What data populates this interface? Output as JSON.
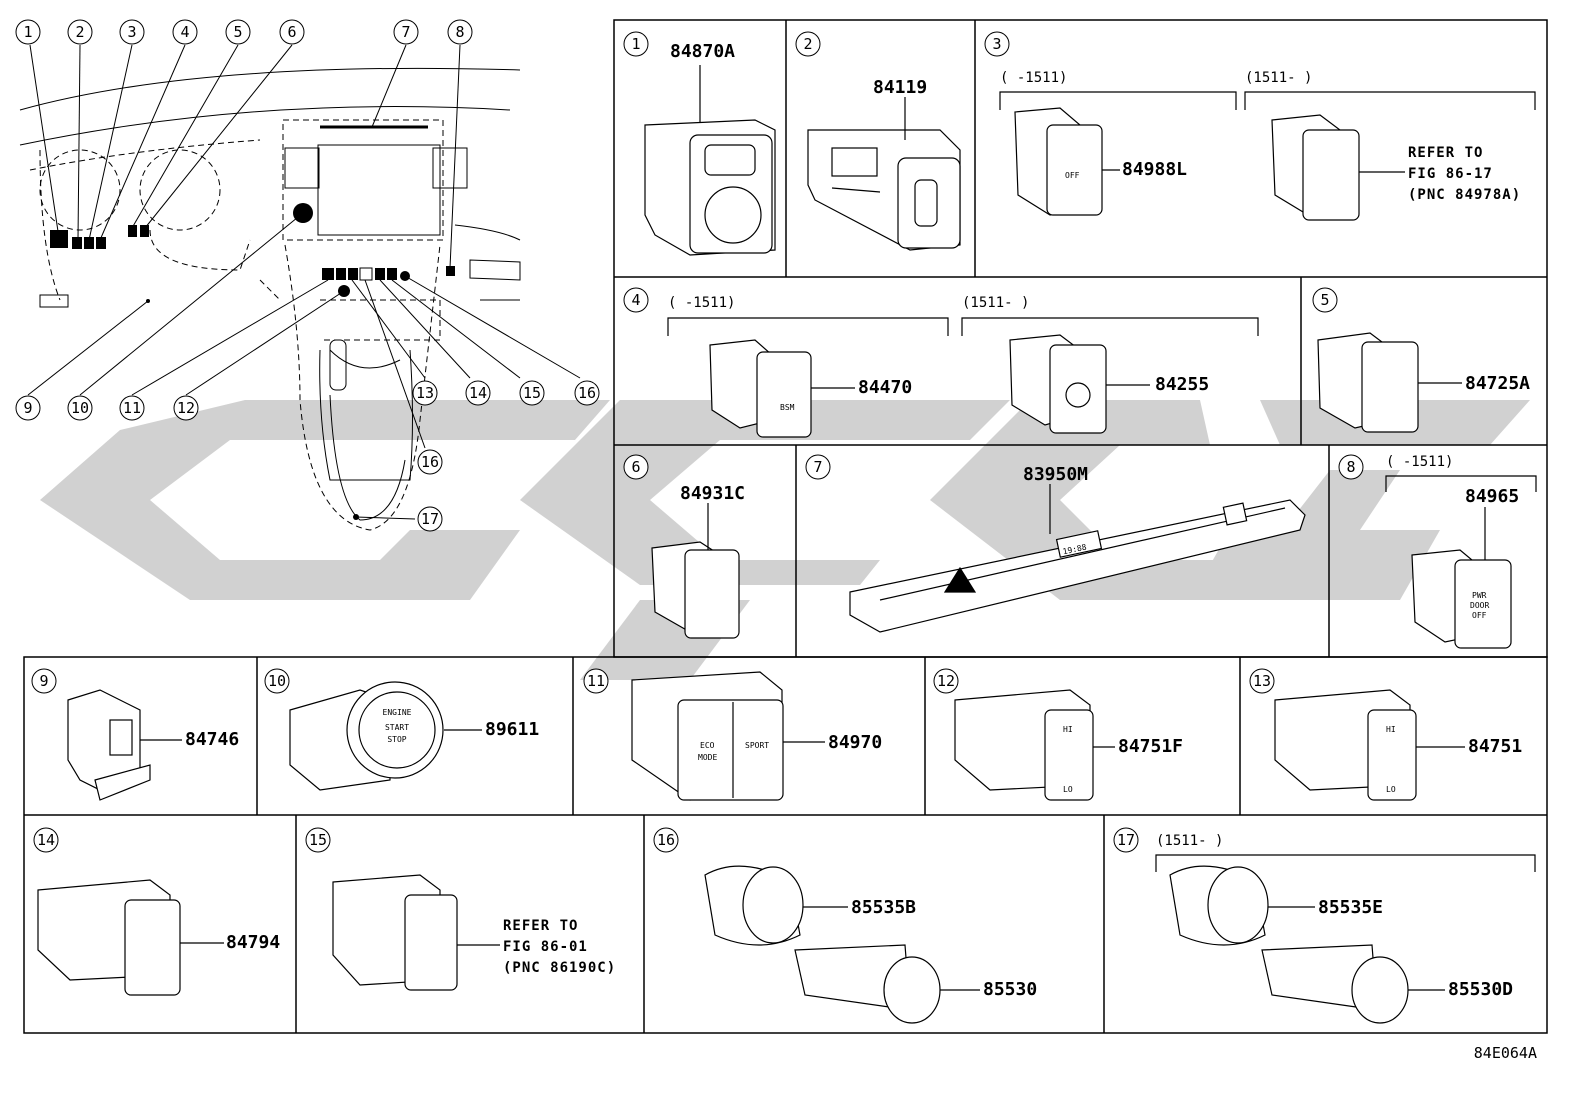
{
  "figure_code": "84E064A",
  "overview": {
    "callouts": [
      "1",
      "2",
      "3",
      "4",
      "5",
      "6",
      "7",
      "8",
      "9",
      "10",
      "11",
      "12",
      "13",
      "14",
      "15",
      "16",
      "16",
      "17"
    ]
  },
  "cells": [
    {
      "id": "1",
      "parts": [
        "84870A"
      ]
    },
    {
      "id": "2",
      "parts": [
        "84119"
      ]
    },
    {
      "id": "3",
      "ranges": [
        "(      -1511)",
        "(1511-      )"
      ],
      "parts": [
        "84988L"
      ],
      "refer": [
        "REFER TO",
        "FIG 86-17",
        "(PNC 84978A)"
      ],
      "labels": [
        "OFF"
      ]
    },
    {
      "id": "4",
      "ranges": [
        "(      -1511)",
        "(1511-      )"
      ],
      "parts": [
        "84470",
        "84255"
      ],
      "labels": [
        "BSM"
      ]
    },
    {
      "id": "5",
      "parts": [
        "84725A"
      ]
    },
    {
      "id": "6",
      "parts": [
        "84931C"
      ]
    },
    {
      "id": "7",
      "parts": [
        "83950M"
      ],
      "labels": [
        "19:88"
      ]
    },
    {
      "id": "8",
      "ranges": [
        "(      -1511)"
      ],
      "parts": [
        "84965"
      ],
      "labels": [
        "PWR",
        "DOOR",
        "OFF"
      ]
    },
    {
      "id": "9",
      "parts": [
        "84746"
      ]
    },
    {
      "id": "10",
      "parts": [
        "89611"
      ],
      "labels": [
        "ENGINE",
        "START",
        "STOP"
      ]
    },
    {
      "id": "11",
      "parts": [
        "84970"
      ],
      "labels": [
        "ECO",
        "MODE",
        "SPORT"
      ]
    },
    {
      "id": "12",
      "parts": [
        "84751F"
      ],
      "labels": [
        "HI",
        "LO"
      ]
    },
    {
      "id": "13",
      "parts": [
        "84751"
      ],
      "labels": [
        "HI",
        "LO"
      ]
    },
    {
      "id": "14",
      "parts": [
        "84794"
      ]
    },
    {
      "id": "15",
      "parts": [
        "REFER TO",
        "FIG 86-01",
        "(PNC 86190C)"
      ]
    },
    {
      "id": "16",
      "parts": [
        "85535B",
        "85530"
      ]
    },
    {
      "id": "17",
      "ranges": [
        "(1511-      )"
      ],
      "parts": [
        "85535E",
        "85530D"
      ]
    }
  ]
}
